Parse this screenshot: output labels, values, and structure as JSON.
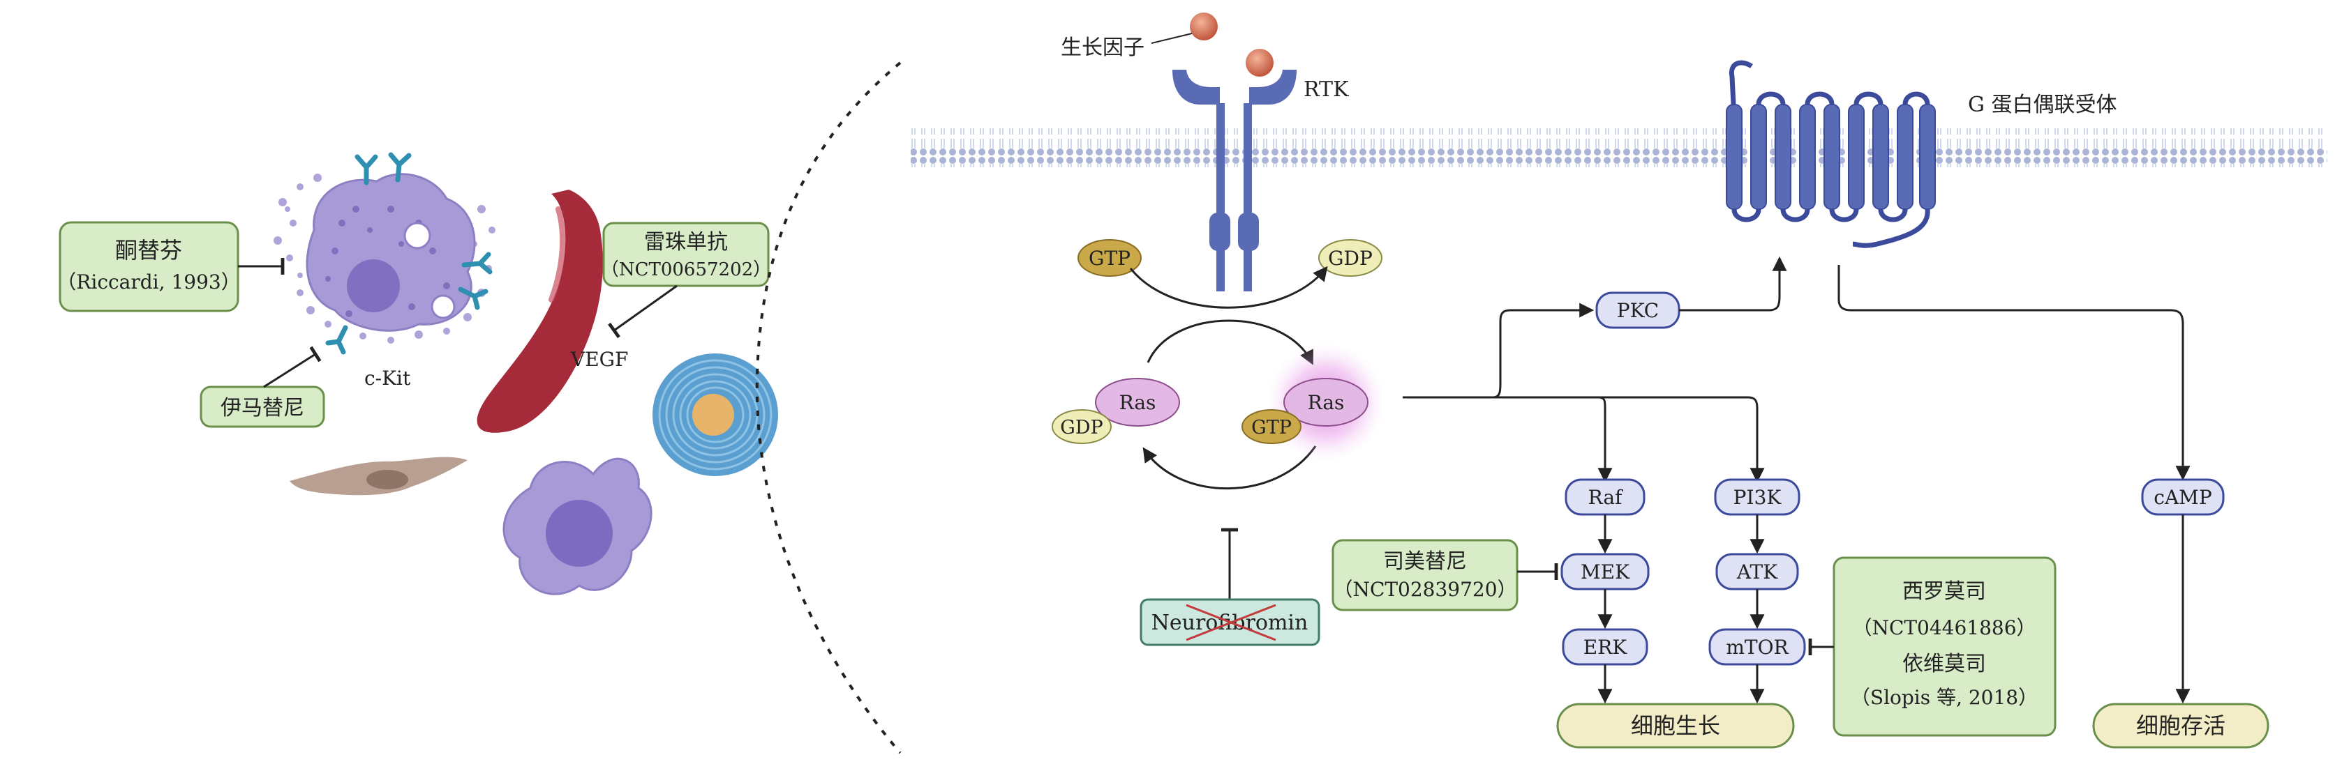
{
  "colors": {
    "green_box": "#d8ecc8",
    "green_stroke": "#6a8f4a",
    "blue_node": "#dfe1f5",
    "blue_stroke": "#3c4a9c",
    "pink_node": "#e4b8e4",
    "gold_node": "#c9a94a",
    "cream_node": "#efeeb8",
    "yellow_box": "#f2edc6",
    "receptor": "#5a6bb5",
    "membrane": "#aab4d6",
    "mast_cell": "#a89ad6",
    "rbc": "#a52a3a",
    "fibroblast": "#b89f92",
    "schwann": "#5a9fd0"
  },
  "left": {
    "drug1": {
      "name": "酮替芬",
      "ref": "（Riccardi, 1993）"
    },
    "drug2": {
      "name": "伊马替尼"
    },
    "ckit": "c-Kit",
    "drug3": {
      "name": "雷珠单抗",
      "ref": "（NCT00657202）"
    },
    "vegf": "VEGF"
  },
  "right": {
    "growth_factor": "生长因子",
    "rtk": "RTK",
    "gpcr": "G 蛋白偶联受体",
    "gtp1": "GTP",
    "gdp1": "GDP",
    "ras_left": "Ras",
    "gdp2": "GDP",
    "ras_right": "Ras",
    "gtp2": "GTP",
    "pkc": "PKC",
    "raf": "Raf",
    "pi3k": "PI3K",
    "mek": "MEK",
    "atk": "ATK",
    "erk": "ERK",
    "mtor": "mTOR",
    "camp": "cAMP",
    "neurofibromin": "Neurofibromin",
    "selumetinib": {
      "name": "司美替尼",
      "ref": "（NCT02839720）"
    },
    "sirolimus": {
      "line1": "西罗莫司",
      "line2": "（NCT04461886）",
      "line3": "依维莫司",
      "line4": "（Slopis 等, 2018）"
    },
    "cell_growth": "细胞生长",
    "cell_survival": "细胞存活"
  }
}
